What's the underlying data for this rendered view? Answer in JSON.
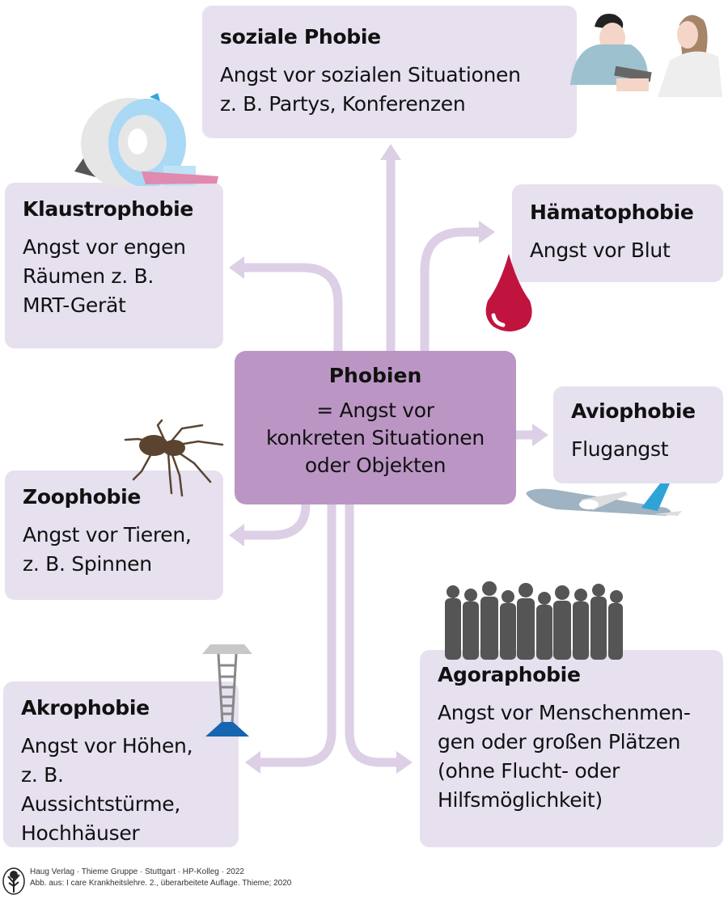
{
  "colors": {
    "box_bg": "#e6e0ef",
    "center_bg": "#bb96c5",
    "arrow": "#dccfe6",
    "blood": "#c0143f",
    "plane_tail": "#2ea3d6",
    "crowd": "#555555",
    "tower_base": "#1565b0"
  },
  "center": {
    "title": "Phobien",
    "description": "= Angst vor\nkonkreten Situationen\noder Objekten"
  },
  "phobias": {
    "social": {
      "title": "soziale Phobie",
      "description": "Angst vor sozialen Situationen\nz. B. Partys, Konferenzen",
      "icon": "patient-doctor-icon"
    },
    "klaustro": {
      "title": "Klaustrophobie",
      "description": "Angst vor engen\nRäumen z. B.\nMRT-Gerät",
      "icon": "mri-scanner-icon"
    },
    "haemato": {
      "title": "Hämatophobie",
      "description": "Angst vor Blut",
      "icon": "blood-drop-icon"
    },
    "avio": {
      "title": "Aviophobie",
      "description": "Flugangst",
      "icon": "airplane-icon"
    },
    "zoo": {
      "title": "Zoophobie",
      "description": "Angst vor Tieren,\nz. B. Spinnen",
      "icon": "spider-icon"
    },
    "akro": {
      "title": "Akrophobie",
      "description": "Angst vor Höhen,\nz. B. Aussichtstürme,\nHochhäuser",
      "icon": "observation-tower-icon"
    },
    "agora": {
      "title": "Agoraphobie",
      "description": "Angst vor Menschenmen-\ngen oder großen Plätzen\n(ohne Flucht- oder\nHilfsmöglichkeit)",
      "icon": "crowd-icon"
    }
  },
  "footer": {
    "line1": "Haug Verlag · Thieme Gruppe · Stuttgart · HP-Kolleg · 2022",
    "line2": "Abb. aus: I care Krankheitslehre. 2., überarbeitete Auflage. Thieme; 2020"
  }
}
